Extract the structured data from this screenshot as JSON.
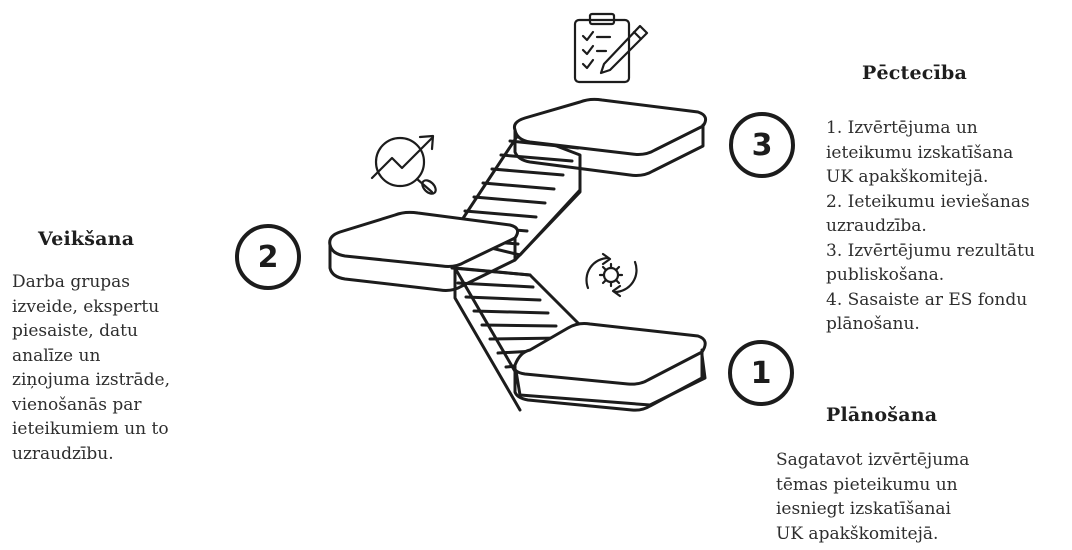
{
  "steps": [
    {
      "number": "1",
      "title": "Plānošana",
      "lines": [
        "Sagatavot izvērtējuma",
        "tēmas pieteikumu un",
        "iesniegt izskatīšanai",
        "UK apakškomitejā."
      ],
      "icon": "refresh-gear-icon"
    },
    {
      "number": "2",
      "title": "Veikšana",
      "lines": [
        "Darba grupas",
        "izveide, ekspertu",
        "piesaiste, datu",
        "analīze un",
        "ziņojuma izstrāde,",
        "vienošanās par",
        "ieteikumiem un to",
        "uzraudzību."
      ],
      "icon": "growth-magnifier-icon"
    },
    {
      "number": "3",
      "title": "Pēctecība",
      "lines": [
        "1. Izvērtējuma un",
        "ieteikumu izskatīšana",
        "UK apakškomitejā.",
        "2. Ieteikumu ieviešanas",
        "uzraudzība.",
        "3. Izvērtējumu rezultātu",
        "publiskošana.",
        "4. Sasaiste ar ES fondu",
        "plānošanu."
      ],
      "icon": "clipboard-pencil-icon"
    }
  ],
  "colors": {
    "ink": "#1c1c1c",
    "platform_fill": "#ffffff",
    "background": "#ffffff"
  }
}
